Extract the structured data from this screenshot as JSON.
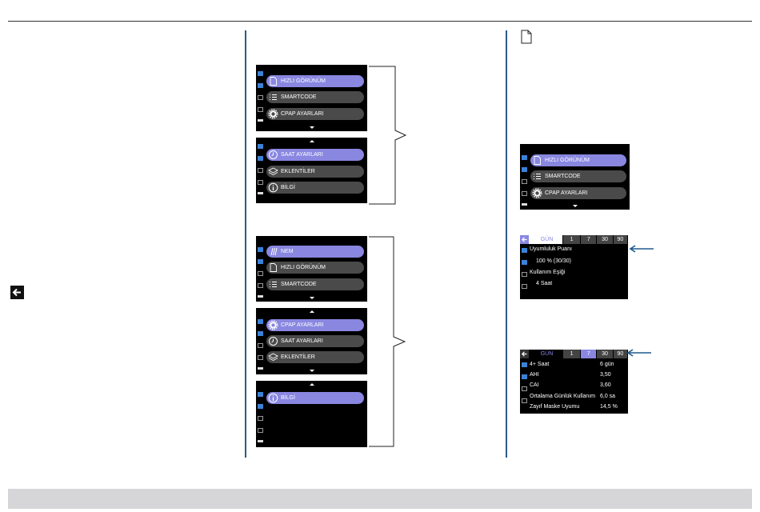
{
  "colors": {
    "accent": "#8987e0",
    "divider": "#2b5a8a",
    "pill": "#4a4a4a",
    "arrow": "#1f5a8f"
  },
  "icons": {
    "page": "document-icon",
    "back": "back-arrow-icon"
  },
  "menus": {
    "m1": [
      "HIZLI GÖRÜNÜM",
      "SMARTCODE",
      "CPAP AYARLARI"
    ],
    "m2": [
      "SAAT AYARLARI",
      "EKLENTİLER",
      "BİLGİ"
    ],
    "m3": [
      "NEM",
      "HIZLI GÖRÜNÜM",
      "SMARTCODE"
    ],
    "m4": [
      "CPAP AYARLARI",
      "SAAT AYARLARI",
      "EKLENTİLER"
    ],
    "m5": [
      "BİLGİ"
    ],
    "m6": [
      "HIZLI GÖRÜNÜM",
      "SMARTCODE",
      "CPAP AYARLARI"
    ]
  },
  "tabs": [
    "GÜN",
    "1",
    "7",
    "30",
    "90"
  ],
  "screen7": {
    "lines": [
      "Uyumluluk Puanı",
      "100 % (30/30)",
      "Kullanım Eşiği",
      "4 Saat"
    ]
  },
  "screen8": {
    "rows": [
      {
        "label": "4+ Saat",
        "value": "6 gün"
      },
      {
        "label": "AHI",
        "value": "3,50"
      },
      {
        "label": "CAI",
        "value": "3,60"
      },
      {
        "label": "Ortalama Günlük Kullanım",
        "value": "6,0 sa"
      },
      {
        "label": "Zayıf Maske Uyumu",
        "value": "14,5 %"
      }
    ]
  }
}
